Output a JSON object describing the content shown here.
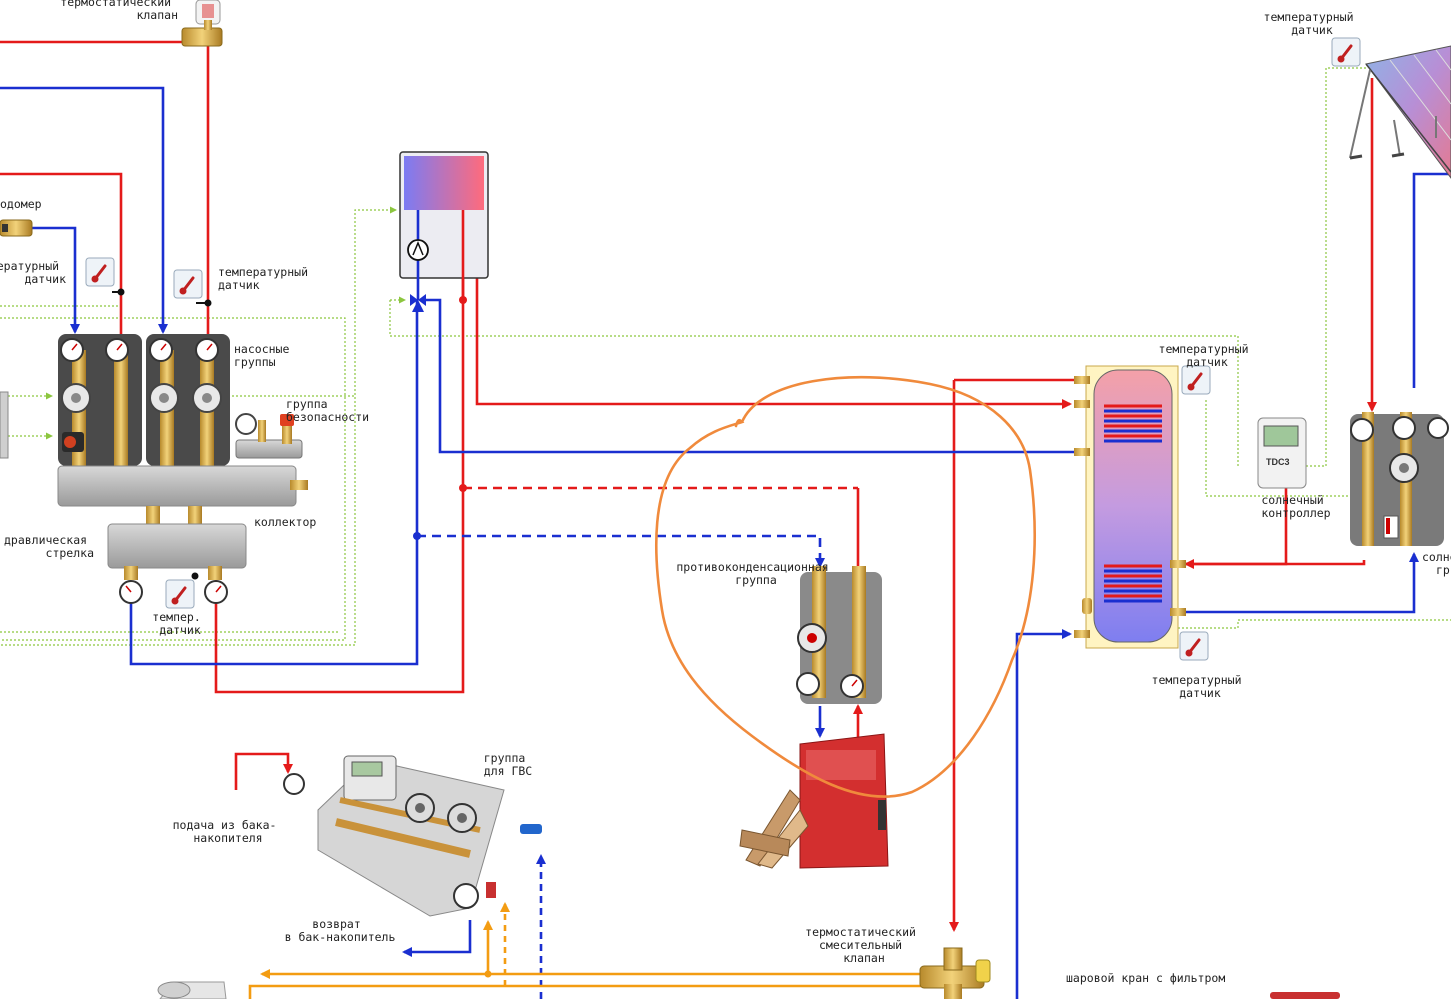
{
  "colors": {
    "supply": "#e41a1a",
    "return": "#1a2fd0",
    "control": "#8cc63f",
    "dhw": "#f39c12",
    "annotation": "#f08a3c"
  },
  "labels": {
    "thermo_valve_top": [
      "термостатический",
      "клапан"
    ],
    "flowmeter": [
      "одомер"
    ],
    "temp_sensor_left": [
      "ературный",
      "датчик"
    ],
    "temp_sensor_mid": [
      "температурный",
      "датчик"
    ],
    "pump_groups": [
      "насосные",
      "группы"
    ],
    "safety_group": [
      "группа",
      "безопасности"
    ],
    "collector": [
      "коллектор"
    ],
    "hydro_arrow": [
      "дравлическая",
      "стрелка"
    ],
    "temp_sensor_short": [
      "темпер.",
      "датчик"
    ],
    "anticondensation": [
      "противоконденсационная",
      "группа"
    ],
    "temp_sensor_tank_top": [
      "температурный",
      "датчик"
    ],
    "temp_sensor_tank_bottom": [
      "температурный",
      "датчик"
    ],
    "solar_controller": [
      "солнечный",
      "контроллер"
    ],
    "solar_controller_model": "TDC3",
    "temp_sensor_solar": [
      "температурный",
      "датчик"
    ],
    "solar_group_partial": [
      "солне",
      "гр"
    ],
    "dhw_group": [
      "группа",
      "для ГВС"
    ],
    "supply_from_tank": [
      "подача из бака-",
      "накопителя"
    ],
    "return_to_tank": [
      "возврат",
      "в бак-накопитель"
    ],
    "thermo_mixing_valve": [
      "термостатический",
      "смесительный",
      "клапан"
    ],
    "ball_valve_filter": [
      "шаровой кран с фильтром"
    ]
  },
  "icons": [
    "thermometer-icon",
    "pump-icon",
    "three-way-valve-icon",
    "gauge-icon",
    "firewood-icon",
    "shower-icon"
  ]
}
